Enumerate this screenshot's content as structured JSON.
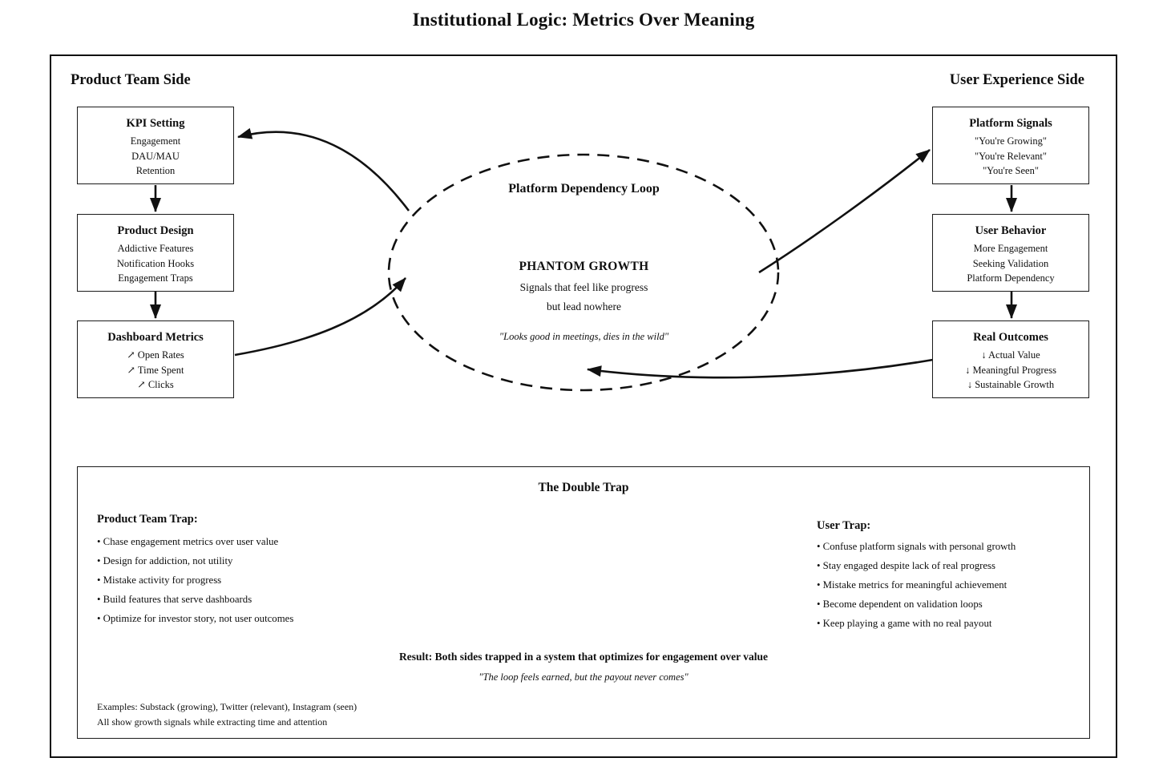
{
  "title": "Institutional Logic: Metrics Over Meaning",
  "left_section": {
    "heading": "Product Team Side",
    "boxes": [
      {
        "title": "KPI Setting",
        "lines": [
          "Engagement",
          "DAU/MAU",
          "Retention"
        ]
      },
      {
        "title": "Product Design",
        "lines": [
          "Addictive Features",
          "Notification Hooks",
          "Engagement Traps"
        ]
      },
      {
        "title": "Dashboard Metrics",
        "lines": [
          "↗ Open Rates",
          "↗ Time Spent",
          "↗ Clicks"
        ]
      }
    ]
  },
  "right_section": {
    "heading": "User Experience Side",
    "boxes": [
      {
        "title": "Platform Signals",
        "lines": [
          "\"You're Growing\"",
          "\"You're Relevant\"",
          "\"You're Seen\""
        ]
      },
      {
        "title": "User Behavior",
        "lines": [
          "More Engagement",
          "Seeking Validation",
          "Platform Dependency"
        ]
      },
      {
        "title": "Real Outcomes",
        "lines": [
          "↓ Actual Value",
          "↓ Meaningful Progress",
          "↓ Sustainable Growth"
        ]
      }
    ]
  },
  "loop": {
    "title": "Platform Dependency Loop",
    "label": "PHANTOM GROWTH",
    "line1": "Signals that feel like progress",
    "line2": "but lead nowhere",
    "quote": "\"Looks good in meetings, dies in the wild\""
  },
  "double_trap": {
    "title": "The Double Trap",
    "product_team": {
      "heading": "Product Team Trap:",
      "bullets": [
        "• Chase engagement metrics over user value",
        "• Design for addiction, not utility",
        "• Mistake activity for progress",
        "• Build features that serve dashboards",
        "• Optimize for investor story, not user outcomes"
      ]
    },
    "user": {
      "heading": "User Trap:",
      "bullets": [
        "• Confuse platform signals with personal growth",
        "• Stay engaged despite lack of real progress",
        "• Mistake metrics for meaningful achievement",
        "• Become dependent on validation loops",
        "• Keep playing a game with no real payout"
      ]
    },
    "result": "Result: Both sides trapped in a system that optimizes for engagement over value",
    "result_quote": "\"The loop feels earned, but the payout never comes\"",
    "examples_line1": "Examples: Substack (growing), Twitter (relevant), Instagram (seen)",
    "examples_line2": "All show growth signals while extracting time and attention"
  },
  "colors": {
    "ink": "#111111",
    "background": "#ffffff"
  }
}
